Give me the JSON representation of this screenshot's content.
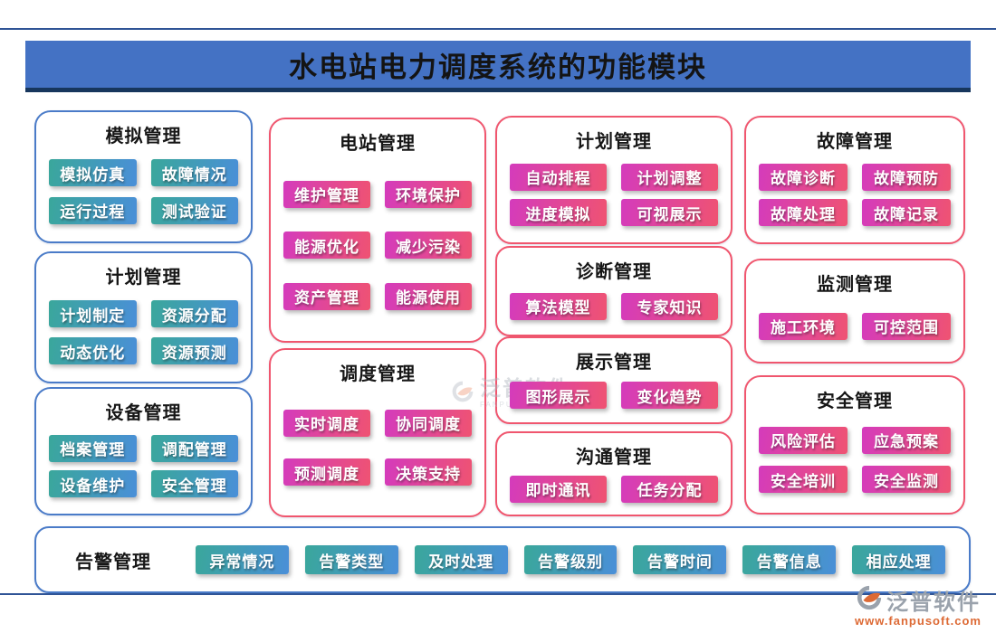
{
  "header": {
    "title": "水电站电力调度系统的功能模块"
  },
  "theme": {
    "banner_bg": "#4472c4",
    "banner_border_bottom": "#17365d",
    "title_color": "#141414",
    "rule_color": "#2f5496",
    "teal_button_gradient": [
      "#3aa79b",
      "#4a8fd8"
    ],
    "pink_button_gradient": [
      "#d43bbc",
      "#ef5372"
    ],
    "blue_card_border": "#4a7bc8",
    "pink_card_border": "#f0566e",
    "button_text_color": "#ffffff",
    "logo_grey": "#9aa2ac",
    "logo_orange": "#dd6a35"
  },
  "columns": [
    {
      "cards": [
        {
          "title": "模拟管理",
          "style": "teal",
          "buttons": [
            "模拟仿真",
            "故障情况",
            "运行过程",
            "测试验证"
          ]
        },
        {
          "title": "计划管理",
          "style": "teal",
          "buttons": [
            "计划制定",
            "资源分配",
            "动态优化",
            "资源预测"
          ]
        },
        {
          "title": "设备管理",
          "style": "teal",
          "buttons": [
            "档案管理",
            "调配管理",
            "设备维护",
            "安全管理"
          ]
        }
      ]
    },
    {
      "cards": [
        {
          "title": "电站管理",
          "style": "pink",
          "buttons": [
            "维护管理",
            "环境保护",
            "能源优化",
            "减少污染",
            "资产管理",
            "能源使用"
          ]
        },
        {
          "title": "调度管理",
          "style": "pink",
          "buttons": [
            "实时调度",
            "协同调度",
            "预测调度",
            "决策支持"
          ]
        }
      ]
    },
    {
      "cards": [
        {
          "title": "计划管理",
          "style": "pink",
          "buttons": [
            "自动排程",
            "计划调整",
            "进度模拟",
            "可视展示"
          ]
        },
        {
          "title": "诊断管理",
          "style": "pink",
          "buttons": [
            "算法模型",
            "专家知识"
          ]
        },
        {
          "title": "展示管理",
          "style": "pink",
          "buttons": [
            "图形展示",
            "变化趋势"
          ]
        },
        {
          "title": "沟通管理",
          "style": "pink",
          "buttons": [
            "即时通讯",
            "任务分配"
          ]
        }
      ]
    },
    {
      "cards": [
        {
          "title": "故障管理",
          "style": "pink",
          "buttons": [
            "故障诊断",
            "故障预防",
            "故障处理",
            "故障记录"
          ]
        },
        {
          "title": "监测管理",
          "style": "pink",
          "buttons": [
            "施工环境",
            "可控范围"
          ]
        },
        {
          "title": "安全管理",
          "style": "pink",
          "buttons": [
            "风险评估",
            "应急预案",
            "安全培训",
            "安全监测"
          ]
        }
      ]
    }
  ],
  "bottom_card": {
    "title": "告警管理",
    "style": "teal",
    "buttons": [
      "异常情况",
      "告警类型",
      "及时处理",
      "告警级别",
      "告警时间",
      "告警信息",
      "相应处理"
    ]
  },
  "watermark": {
    "text": "泛普软件",
    "subtext": "FANPU SOFTWARE"
  },
  "footer_logo": {
    "brand": "泛普软件",
    "url": "www.fanpusoft.com"
  }
}
